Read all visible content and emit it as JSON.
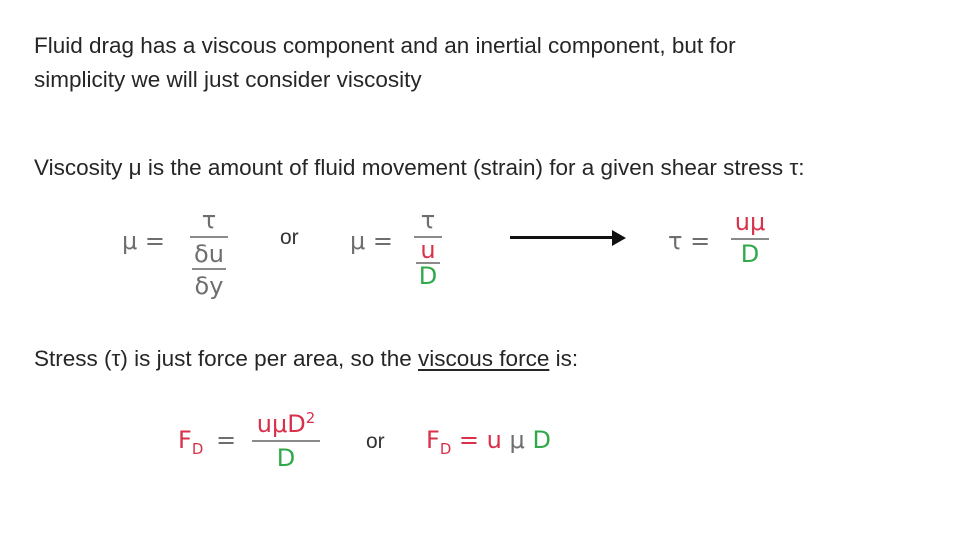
{
  "paragraphs": {
    "intro_line1": "Fluid drag has a viscous component and an inertial component, but for",
    "intro_line2": "simplicity we will just consider viscosity",
    "viscosity_def": "Viscosity μ is the amount of fluid movement (strain) for a given shear stress τ:",
    "stress_prefix": "Stress (τ) is just force per area, so the ",
    "stress_emph": "viscous force",
    "stress_suffix": " is:"
  },
  "eq1": {
    "lhs": "μ =",
    "num": "τ",
    "den_top": "δu",
    "den_bottom": "δy"
  },
  "eq2": {
    "lhs": "μ =",
    "num": "τ",
    "den_top": "u",
    "den_bottom": "D"
  },
  "eq3": {
    "lhs": "τ =",
    "num": "uμ",
    "den": "D"
  },
  "eq4": {
    "lhs_main": "F",
    "lhs_sub": "D",
    "equals": "=",
    "num": "uμD",
    "num_sup": "2",
    "den": "D"
  },
  "eq5": {
    "lhs_main": "F",
    "lhs_sub": "D",
    "equals": "= u",
    "mu": "μ",
    "d": "D"
  },
  "connectors": {
    "or1": "or",
    "or2": "or"
  },
  "colors": {
    "red": "#d9314a",
    "green": "#2eaa4a",
    "gray": "#6e6e6e"
  }
}
